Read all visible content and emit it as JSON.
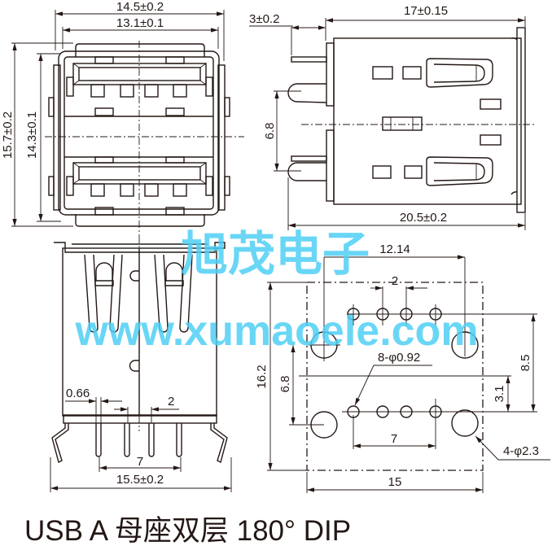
{
  "title": "USB A 母座双层 180°  DIP",
  "watermark": {
    "line1": "旭茂电子",
    "line2": "www.xumaoele.com"
  },
  "front_view": {
    "width_outer": "14.5±0.2",
    "width_inner": "13.1±0.1",
    "height_outer": "15.7±0.2",
    "height_inner": "14.3±0.1"
  },
  "side_view": {
    "pin_length": "3±0.2",
    "body_length": "17±0.15",
    "total_length": "20.5±0.2",
    "pin_spacing": "6.8"
  },
  "bottom_view": {
    "pin_width": "0.66",
    "pin_pitch": "2",
    "pin_span": "7",
    "leg_span": "15.5±0.2"
  },
  "footprint": {
    "hole_span": "12.14",
    "pitch": "2",
    "signal_holes": "8-φ0.92",
    "height": "16.2",
    "row_spacing": "6.8",
    "offset_a": "8.5",
    "offset_b": "3.1",
    "signal_span": "7",
    "mount_holes": "4-φ2.3",
    "width": "15"
  },
  "colors": {
    "line": "#231815",
    "watermark": "#4fd0f5"
  }
}
